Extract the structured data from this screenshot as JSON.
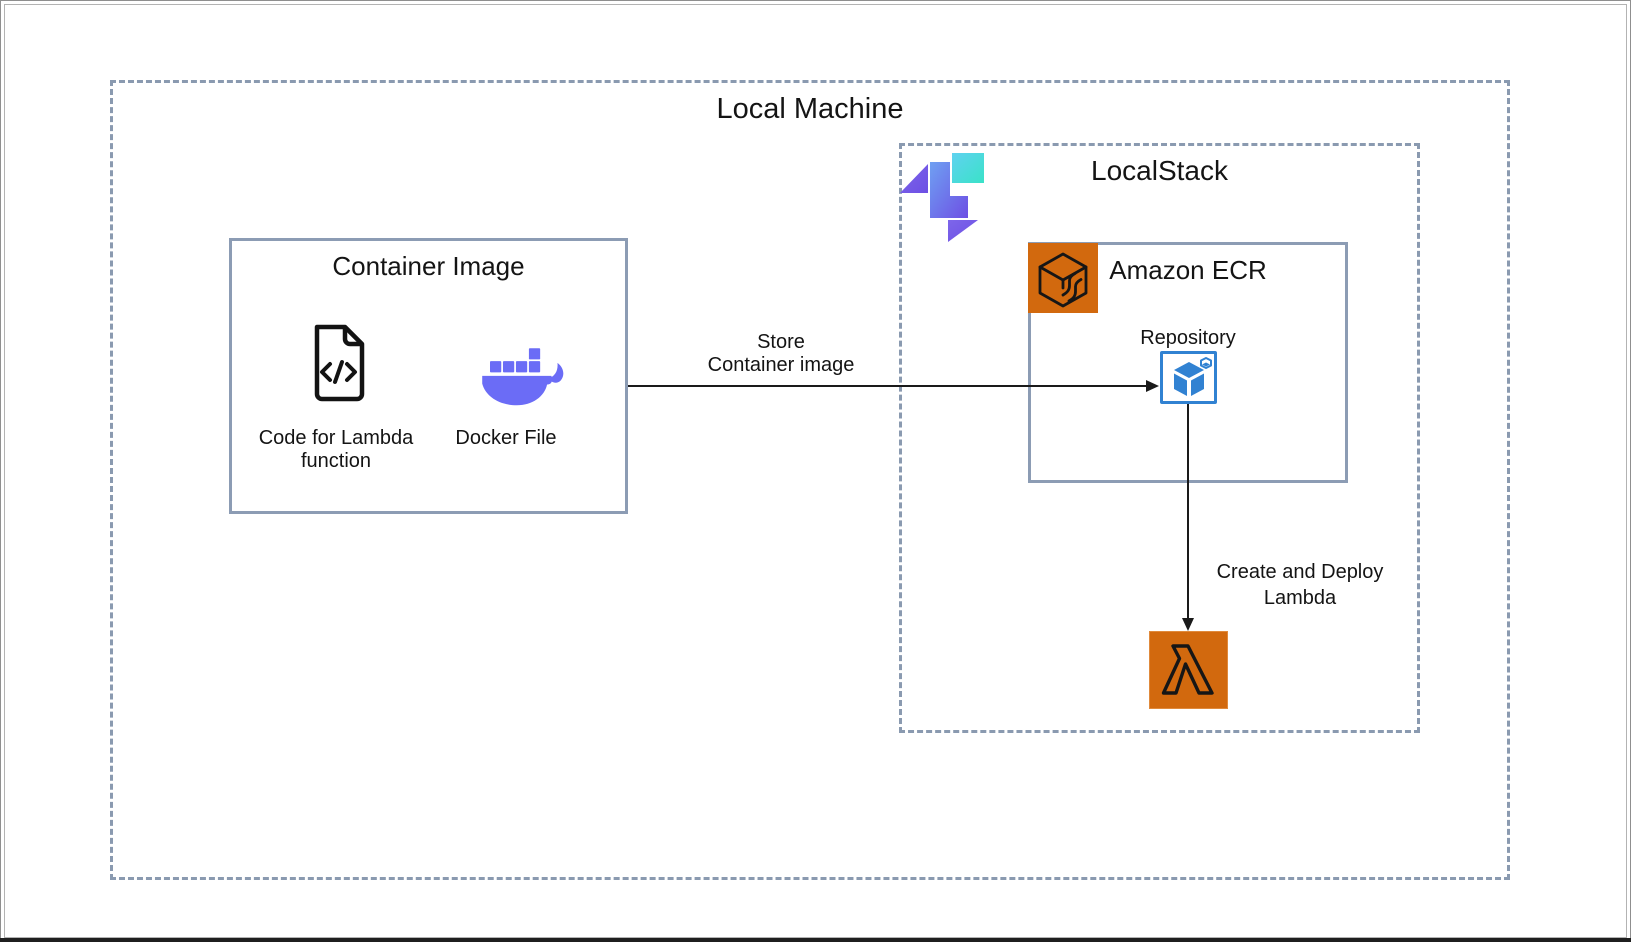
{
  "colors": {
    "dashed_border": "#8A9AB0",
    "solid_border": "#8C9CB4",
    "text": "#141414",
    "arrow": "#1a1a1a",
    "aws_orange": "#D2690E",
    "repo_blue": "#3182D2",
    "docker_purple": "#6B6CF6",
    "ls_purple": "#6D4FE4",
    "ls_blue": "#6FA0F2",
    "ls_cyan": "#5FD2F0",
    "ls_teal": "#3AE2C8"
  },
  "local_machine": {
    "title": "Local Machine"
  },
  "container_image": {
    "title": "Container Image",
    "items": [
      {
        "icon": "code-file-icon",
        "label": "Code for Lambda function"
      },
      {
        "icon": "docker-icon",
        "label": "Docker File"
      }
    ]
  },
  "localstack": {
    "title": "LocalStack"
  },
  "ecr": {
    "title": "Amazon ECR",
    "repository_label": "Repository"
  },
  "arrows": {
    "store": {
      "line1": "Store",
      "line2": "Container image"
    },
    "deploy": {
      "line1": "Create and Deploy",
      "line2": "Lambda"
    }
  }
}
